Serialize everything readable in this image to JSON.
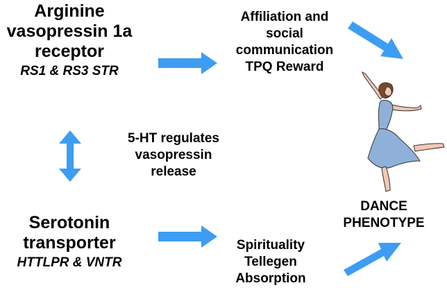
{
  "receptor": {
    "line1": "Arginine",
    "line2": "vasopressin 1a",
    "line3": "receptor",
    "genes": "RS1 & RS3 STR"
  },
  "affiliation": {
    "line1": "Affiliation and",
    "line2": "social",
    "line3": "communication",
    "line4": "TPQ Reward"
  },
  "regulation": {
    "line1": "5-HT regulates",
    "line2": "vasopressin",
    "line3": "release"
  },
  "transporter": {
    "line1": "Serotonin",
    "line2": "transporter",
    "genes": "HTTLPR & VNTR"
  },
  "spirituality": {
    "line1": "Spirituality",
    "line2": "Tellegen",
    "line3": "Absorption"
  },
  "phenotype": {
    "line1": "DANCE",
    "line2": "PHENOTYPE"
  },
  "colors": {
    "arrow": "#3d9df2",
    "dress": "#8fb1d9",
    "hair": "#7a4a28",
    "skin": "#f2c7b5"
  }
}
